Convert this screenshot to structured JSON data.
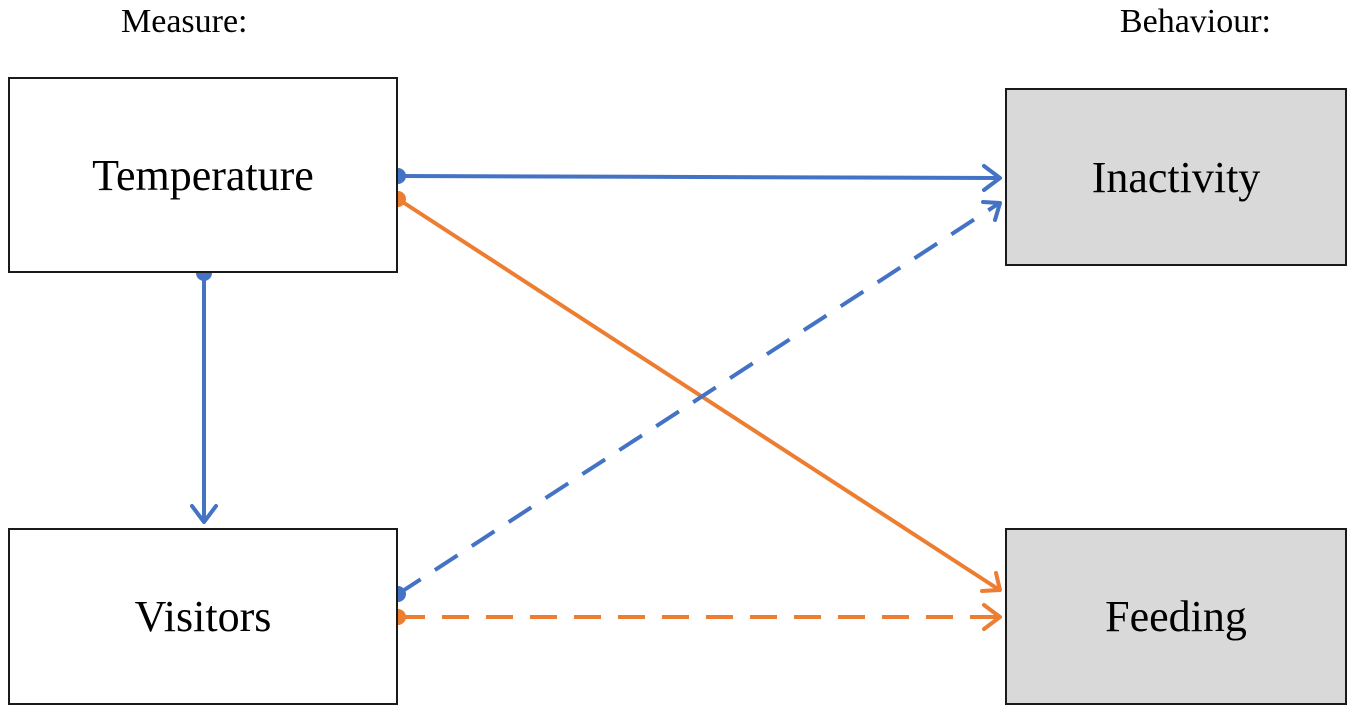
{
  "headings": {
    "measure": "Measure:",
    "behaviour": "Behaviour:"
  },
  "nodes": {
    "temperature": "Temperature",
    "visitors": "Visitors",
    "inactivity": "Inactivity",
    "feeding": "Feeding"
  },
  "colors": {
    "blue": "#4472c4",
    "orange": "#ed7d31",
    "behaviour_fill": "#d9d9d9"
  },
  "edges": [
    {
      "from": "temperature",
      "to": "inactivity",
      "color": "blue",
      "style": "solid"
    },
    {
      "from": "temperature",
      "to": "feeding",
      "color": "orange",
      "style": "solid"
    },
    {
      "from": "temperature",
      "to": "visitors",
      "color": "blue",
      "style": "solid"
    },
    {
      "from": "visitors",
      "to": "inactivity",
      "color": "blue",
      "style": "dashed"
    },
    {
      "from": "visitors",
      "to": "feeding",
      "color": "orange",
      "style": "dashed"
    }
  ]
}
